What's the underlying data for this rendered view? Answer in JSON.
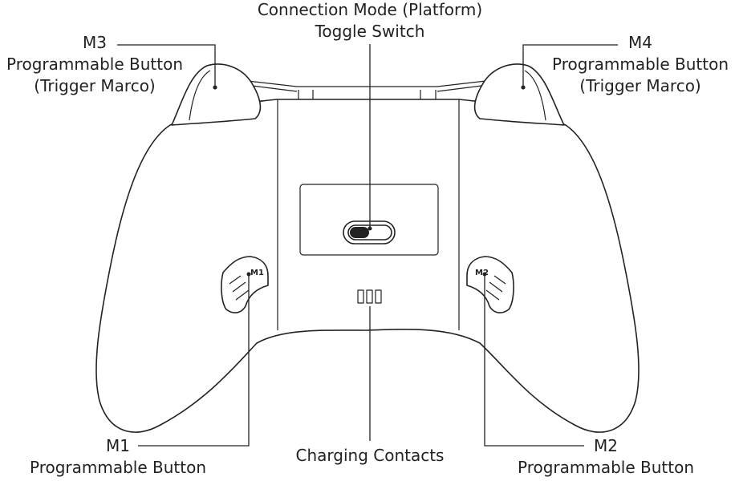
{
  "labels": {
    "toggle": {
      "line1": "Connection Mode (Platform)",
      "line2": "Toggle Switch"
    },
    "m3": {
      "line1": "M3",
      "line2": "Programmable Button",
      "line3": "(Trigger Marco)"
    },
    "m4": {
      "line1": "M4",
      "line2": "Programmable Button",
      "line3": "(Trigger Marco)"
    },
    "m1": {
      "line1": "M1",
      "line2": "Programmable Button"
    },
    "m2": {
      "line1": "M2",
      "line2": "Programmable Button"
    },
    "charging": {
      "line1": "Charging Contacts"
    }
  },
  "paddle_marks": {
    "m1": "M1",
    "m2": "M2"
  },
  "colors": {
    "line": "#222222",
    "background": "#ffffff"
  }
}
